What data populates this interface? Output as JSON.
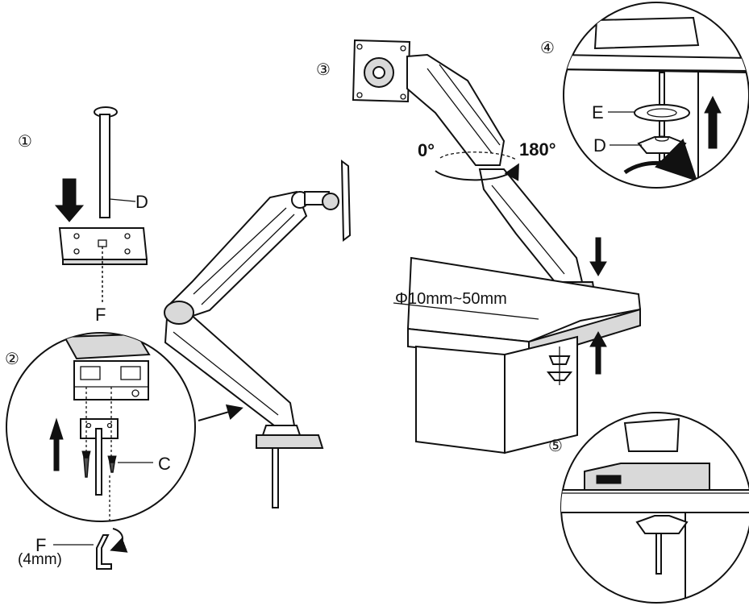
{
  "steps": {
    "step1": "①",
    "step2": "②",
    "step3": "③",
    "step4": "④",
    "step5": "⑤"
  },
  "labels": {
    "part_d_step1": "D",
    "part_f_step1": "F",
    "part_c": "C",
    "part_f_step2": "F",
    "allen_key_size": "(4mm)",
    "angle_start": "0°",
    "angle_end": "180°",
    "desk_thickness": "Φ10mm~50mm",
    "part_e": "E",
    "part_d_step4": "D"
  },
  "icons": {
    "down_arrow": "down-arrow-icon",
    "up_arrow": "up-arrow-icon",
    "rotate": "rotate-arrow-icon",
    "pointer": "pointer-arrow-icon"
  }
}
